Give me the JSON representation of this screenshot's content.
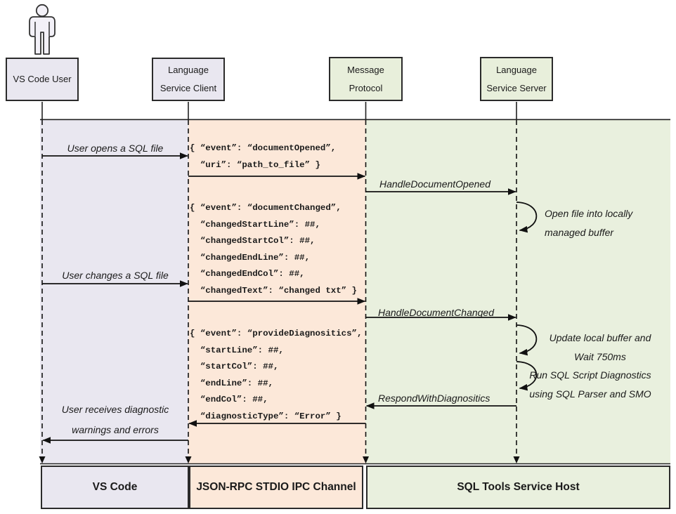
{
  "palette": {
    "lavender": "#e9e7f0",
    "peach": "#fce8d9",
    "green": "#e9f0de",
    "greenbox": "#e8efdb",
    "border": "#2b2b2b"
  },
  "actors": {
    "user": {
      "line1": "VS Code User",
      "line2": ""
    },
    "client": {
      "line1": "Language",
      "line2": "Service Client"
    },
    "protocol": {
      "line1": "Message",
      "line2": "Protocol"
    },
    "server": {
      "line1": "Language",
      "line2": "Service Server"
    }
  },
  "messages": {
    "user_opens": "User opens a SQL file",
    "doc_opened_l1": "{ “event”: “documentOpened”,",
    "doc_opened_l2": "  “uri”: “path_to_file” }",
    "handle_doc_opened": "HandleDocumentOpened",
    "loop_open_l1": "Open file into locally",
    "loop_open_l2": "managed buffer",
    "doc_changed_l1": "{ “event”: “documentChanged”,",
    "doc_changed_l2": "  “changedStartLine”: ##,",
    "doc_changed_l3": "  “changedStartCol”: ##,",
    "doc_changed_l4": "  “changedEndLine”: ##,",
    "doc_changed_l5": "  “changedEndCol”: ##,",
    "doc_changed_l6": "  “changedText”: “changed txt” }",
    "user_changes": "User changes a SQL file",
    "handle_doc_changed": "HandleDocumentChanged",
    "loop_update_l1": "Update local buffer and",
    "loop_update_l2": "Wait 750ms",
    "loop_run_l1": "Run SQL Script Diagnostics",
    "loop_run_l2": "using SQL Parser and SMO",
    "diag_l1": "{ “event”: “provideDiagnositics”,",
    "diag_l2": "  “startLine”: ##,",
    "diag_l3": "  “startCol”: ##,",
    "diag_l4": "  “endLine”: ##,",
    "diag_l5": "  “endCol”: ##,",
    "diag_l6": "  “diagnosticType”: “Error” }",
    "respond": "RespondWithDiagnositics",
    "user_receives_l1": "User receives diagnostic",
    "user_receives_l2": "warnings and errors"
  },
  "footer": {
    "vs_code": "VS Code",
    "ipc": "JSON-RPC STDIO IPC Channel",
    "host": "SQL Tools Service Host"
  }
}
